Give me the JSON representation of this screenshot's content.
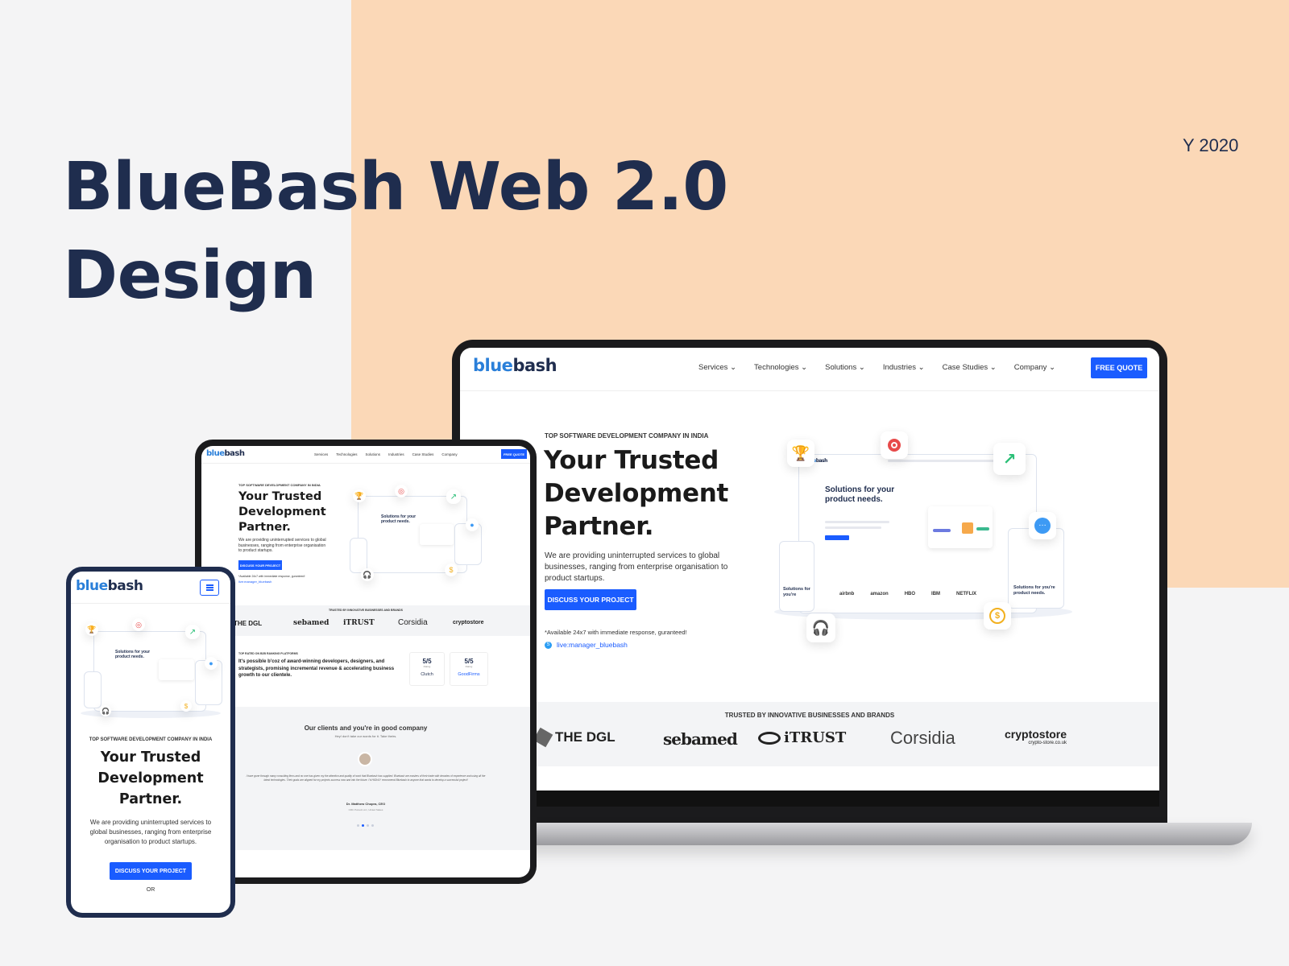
{
  "hero": {
    "title_line1": "BlueBash Web 2.0",
    "title_line2": "Design",
    "year": "Y 2020"
  },
  "brand": {
    "logo_blue": "blue",
    "logo_dark": "bash"
  },
  "nav": {
    "items": [
      "Services",
      "Technologies",
      "Solutions",
      "Industries",
      "Case Studies",
      "Company"
    ],
    "cta": "FREE QUOTE"
  },
  "laptop": {
    "eyebrow": "TOP SOFTWARE DEVELOPMENT COMPANY IN INDIA",
    "headline_1": "Your Trusted",
    "headline_2": "Development",
    "headline_3": "Partner.",
    "body": "We are providing uninterrupted services to global businesses, ranging from enterprise organisation to product startups.",
    "cta": "DISCUSS YOUR PROJECT",
    "note": "*Available 24x7 with immediate response, guranteed!",
    "skype": "live:manager_bluebash",
    "trusted_heading": "TRUSTED BY INNOVATIVE BUSINESSES AND BRANDS",
    "trusted_logos": [
      "THE DGL",
      "sebamed",
      "iTRUST",
      "Corsidia",
      "cryptostore"
    ],
    "crypto_sub": "crypto-store.co.uk",
    "ill_headline": "Solutions for your product needs.",
    "ill_mobile": "Solutions for you're",
    "ill_tablet": "Solutions for you're product needs.",
    "ill_brands": [
      "airbnb",
      "amazon",
      "HBO",
      "IBM",
      "NETFLIX"
    ]
  },
  "tablet": {
    "eyebrow": "TOP SOFTWARE DEVELOPMENT COMPANY IN INDIA",
    "headline_1": "Your Trusted",
    "headline_2": "Development",
    "headline_3": "Partner.",
    "body": "We are providing uninterrupted services to global businesses, ranging from enterprise organisation to product startups.",
    "cta": "DISCUSS YOUR PROJECT",
    "note": "*Available 24x7 with immediate response, guranteed!",
    "skype": "live:manager_bluebash",
    "trusted_heading": "TRUSTED BY INNOVATIVE BUSINESSES AND BRANDS",
    "top_rated_heading": "TOP RATED ON B2B RANKING PLATFORMS",
    "top_rated_text": "It's possible b'coz of award-winning developers, designers, and strategists, promising incremental revenue & accelerating business growth to our clientele.",
    "rating1": {
      "score": "5/5",
      "label": "Rating",
      "name": "Clutch"
    },
    "rating2": {
      "score": "5/5",
      "label": "Rating",
      "name": "GoodFirms"
    },
    "clients_heading": "Our clients and you're in good company",
    "clients_sub": "Hey! don't take our words for it. Take theirs.",
    "testimonial": "I have gone through many consulting firms and no one has given my the attention and quality of work that Bluebash has supplied. Bluebash are masters of their trade with decades of experience and using all the latest technologies. Their goals are aligned for my projects success now and into the future. I'd HIGHLY recommend Bluebash to anyone that wants to develop a successful project!",
    "author": "Dr. Matthew Chopra, CEO",
    "author_company": "CRC Pursuit LLC, United States"
  },
  "phone": {
    "eyebrow": "TOP SOFTWARE DEVELOPMENT COMPANY IN INDIA",
    "headline_1": "Your Trusted",
    "headline_2": "Development",
    "headline_3": "Partner.",
    "body": "We are providing uninterrupted services to global businesses, ranging from enterprise organisation to product startups.",
    "cta": "DISCUSS YOUR PROJECT",
    "or": "OR",
    "menu_icon": "hamburger-icon"
  },
  "colors": {
    "navy": "#1f2d4e",
    "brand_blue": "#1a5cff",
    "logo_blue": "#2a7fd9",
    "peach": "#fbd8b7",
    "background": "#f4f4f5"
  }
}
